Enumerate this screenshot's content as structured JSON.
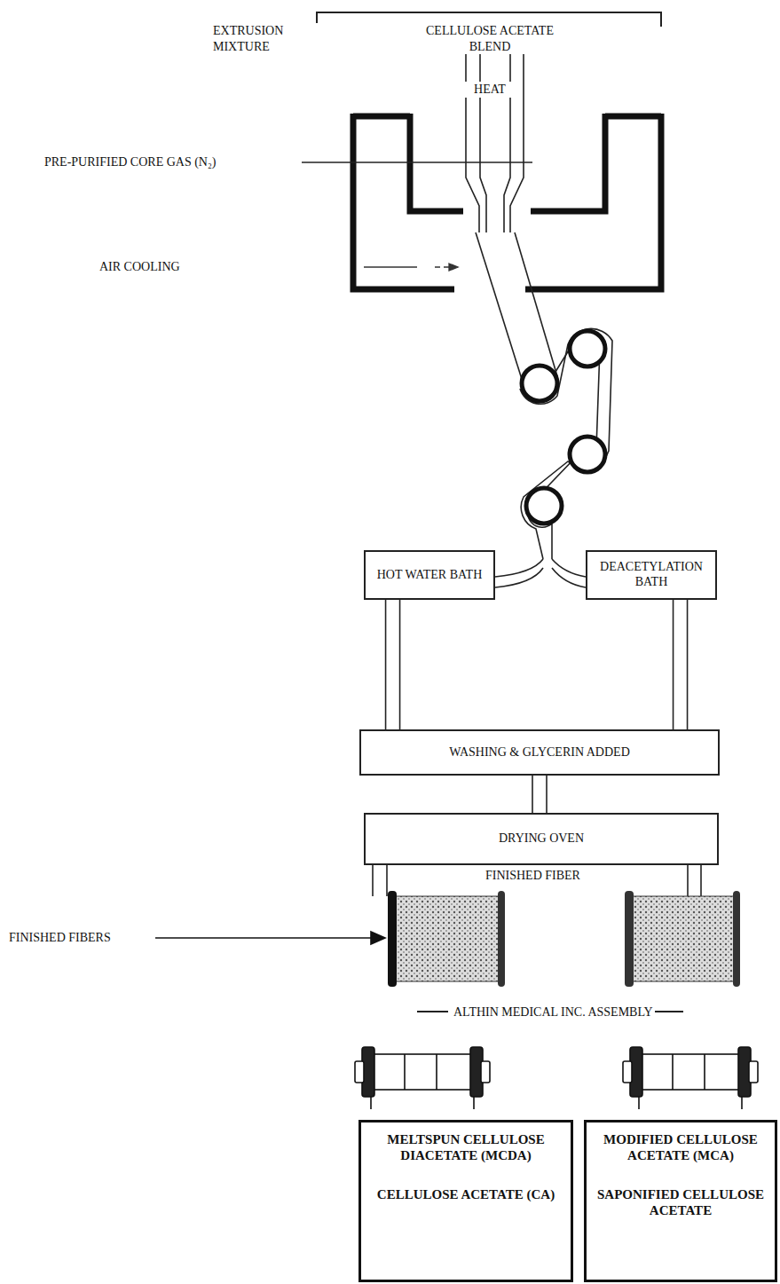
{
  "diagram": {
    "nodes": [
      {
        "text": [
          "HOT WATER BATH"
        ]
      },
      {
        "text": [
          "DEACETYLATION BATH"
        ]
      },
      {
        "text": [
          "WASHING & GLYCERIN ADDED"
        ]
      },
      {
        "text": [
          "DRYING OVEN"
        ]
      },
      {
        "text": [
          "MELTSPUN CELLULOSE DIACETATE (MCDA)",
          "CELLULOSE ACETATE (CA)"
        ]
      },
      {
        "text": [
          "MODIFIED CELLULOSE ACETATE (MCA)",
          "SAPONIFIED CELLULOSE ACETATE"
        ]
      }
    ],
    "edges": [
      {
        "from": 0,
        "to": 2,
        "arrow": "none"
      },
      {
        "from": 1,
        "to": 2,
        "arrow": "none"
      },
      {
        "from": 2,
        "to": 3,
        "arrow": "none"
      }
    ],
    "labels": [
      "EXTRUSION MIXTURE",
      "CELLULOSE ACETATE BLEND",
      "HEAT",
      "PRE-PURIFIED CORE GAS (N₂)",
      "AIR COOLING",
      "FINISHED FIBER",
      "FINISHED FIBERS",
      "ALTHIN MEDICAL INC. ASSEMBLY"
    ]
  }
}
